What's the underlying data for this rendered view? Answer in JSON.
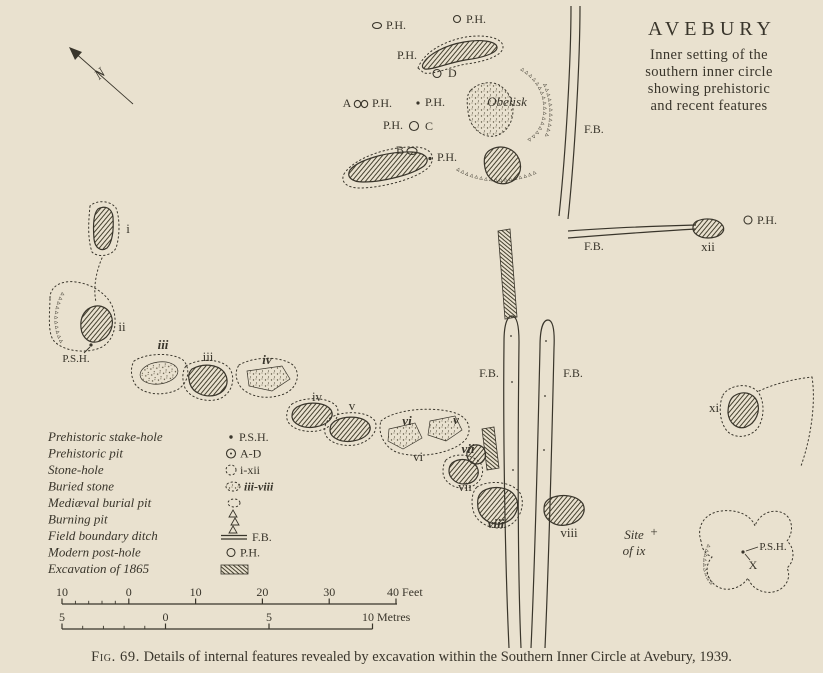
{
  "colors": {
    "paper": "#e9e1cf",
    "ink": "#39352b"
  },
  "title_block": {
    "title": "AVEBURY",
    "line1": "Inner setting of the",
    "line2": "southern inner circle",
    "line3": "showing prehistoric",
    "line4": "and recent features"
  },
  "compass": {
    "north": "N"
  },
  "legend": {
    "items": [
      {
        "label": "Prehistoric stake-hole",
        "symbol": "P.S.H."
      },
      {
        "label": "Prehistoric pit",
        "symbol": "A-D"
      },
      {
        "label": "Stone-hole",
        "symbol": "i-xii"
      },
      {
        "label": "Buried stone",
        "symbol": "iii-viii"
      },
      {
        "label": "Mediæval burial pit",
        "symbol": ""
      },
      {
        "label": "Burning pit",
        "symbol": ""
      },
      {
        "label": "Field boundary ditch",
        "symbol": "F.B."
      },
      {
        "label": "Modern post-hole",
        "symbol": "P.H."
      },
      {
        "label": "Excavation of 1865",
        "symbol": ""
      }
    ]
  },
  "scale": {
    "feet": {
      "t0": "10",
      "t1": "0",
      "t2": "10",
      "t3": "20",
      "t4": "30",
      "end": "40 Feet"
    },
    "metres": {
      "t0": "5",
      "t1": "0",
      "t2": "5",
      "end": "10 Metres"
    }
  },
  "map_labels": {
    "ph1": "P.H.",
    "ph2": "P.H.",
    "ph3": "P.H.",
    "ph4": "P.H.",
    "ph5": "P.H.",
    "ph6": "P.H.",
    "ph7": "P.H.",
    "ph8": "P.H.",
    "a": "A",
    "b": "B",
    "c": "C",
    "d": "D",
    "obelisk": "Obelisk",
    "fb1": "F.B.",
    "fb2": "F.B.",
    "fb3": "F.B.",
    "fb4": "F.B.",
    "i": "i",
    "ii": "ii",
    "iii": "iii",
    "iii_b": "iii",
    "iv": "iv",
    "iv_b": "iv",
    "v": "v",
    "v_b": "v",
    "vi": "vi",
    "vi_b": "vi",
    "vii": "vii",
    "vii_b": "vii",
    "viii": "viii",
    "viii_b": "viii",
    "xi": "xi",
    "xii": "xii",
    "psh1": "P.S.H.",
    "psh2": "P.S.H.",
    "site1": "Site",
    "site_plus": "+",
    "site2": "of ix",
    "x_mark": "X"
  },
  "decor": {
    "triangle_run": "▵▵▵▵▵▵▵▵▵▵▵▵▵▵▵▵▵▵▵▵▵▵▵▵▵▵▵▵▵▵"
  },
  "caption": {
    "prefix": "Fig. 69.",
    "text": " Details of internal features revealed by excavation within the Southern Inner Circle at Avebury, 1939."
  }
}
